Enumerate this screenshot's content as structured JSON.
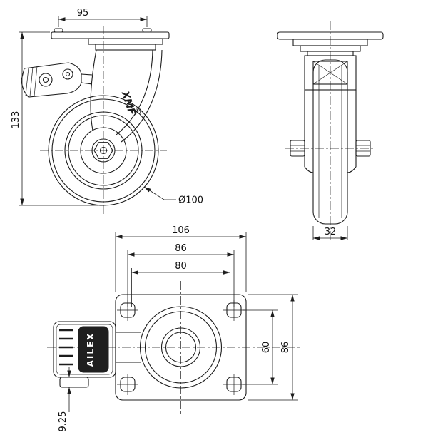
{
  "colors": {
    "background": "#ffffff",
    "line": "#1c1c1c",
    "pedal_label_fill": "#1f1f1f",
    "pedal_label_text": "#ffffff"
  },
  "labels": {
    "fork_brand": "XMF",
    "pedal_brand": "AILEX"
  },
  "dimensions": {
    "side_top_width": "95",
    "overall_height": "133",
    "wheel_diameter": "Ø100",
    "wheel_width": "32",
    "plate_length": "106",
    "bolt_pitch_long": "86",
    "bolt_pitch_inner": "80",
    "bolt_pitch_short": "60",
    "plate_width": "86",
    "pedal_offset": "9.25"
  }
}
